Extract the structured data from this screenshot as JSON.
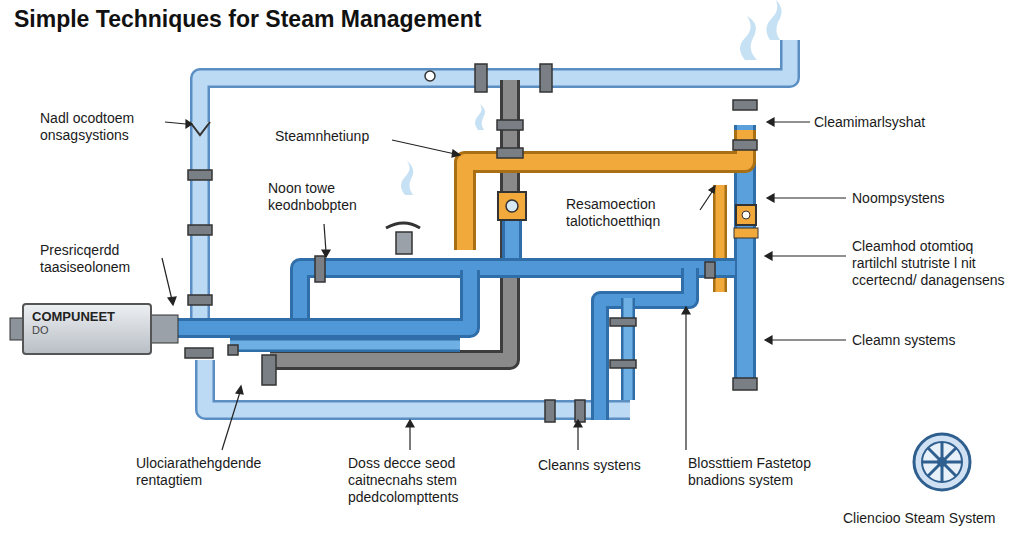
{
  "diagram": {
    "title": "Simple Techniques for Steam Management",
    "nodes": [
      {
        "text": [
          "COMPUNEET",
          "DO"
        ]
      }
    ],
    "labels": [
      "Nadl ocodtoem onsagsystions",
      "Steamnhetiunp",
      "Noon towe keodnbobpten",
      "Presricqerdd taasiseolonem",
      "Resamoection talotichoetthiqn",
      "Cleamimarlsyshat",
      "Noompsystens",
      "Cleamhod otomtioq rartilchl stutriste l nit ccertecnd/ danagensens",
      "Cleamn systems",
      "Ulociarathehgdende rentagtiem",
      "Doss decce seod caitnecnahs stem pdedcolompttents",
      "Cleanns systens",
      "Blossttiem Fastetop bnadions system",
      "Cliencioo Steam System"
    ]
  }
}
